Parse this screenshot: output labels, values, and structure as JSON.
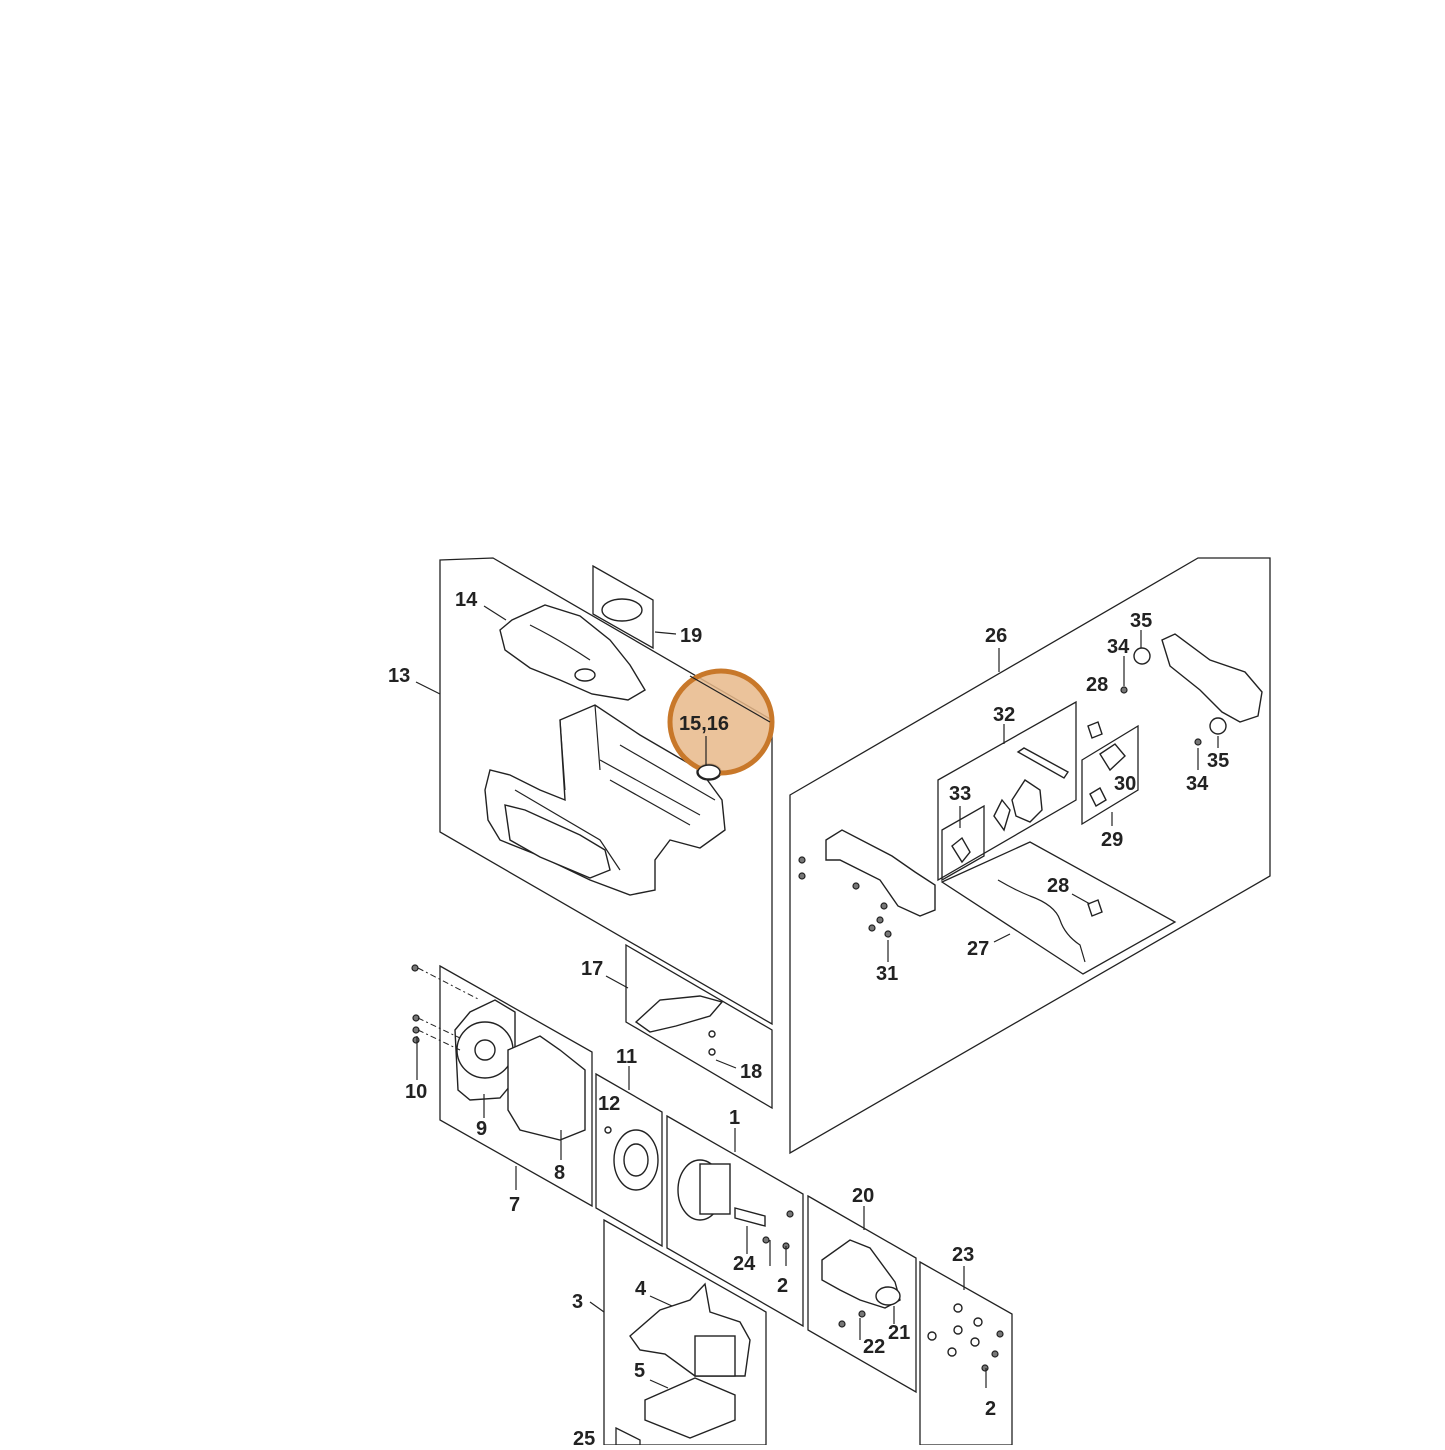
{
  "callouts": {
    "c1": "1",
    "c2a": "2",
    "c2b": "2",
    "c3": "3",
    "c4": "4",
    "c5": "5",
    "c7": "7",
    "c8": "8",
    "c9": "9",
    "c10": "10",
    "c11": "11",
    "c12": "12",
    "c13": "13",
    "c14": "14",
    "c15_16": "15,16",
    "c17": "17",
    "c18": "18",
    "c19": "19",
    "c20": "20",
    "c21": "21",
    "c22": "22",
    "c23": "23",
    "c24": "24",
    "c25": "25",
    "c26": "26",
    "c27": "27",
    "c28a": "28",
    "c28b": "28",
    "c29": "29",
    "c30": "30",
    "c31": "31",
    "c32": "32",
    "c33": "33",
    "c34a": "34",
    "c34b": "34",
    "c35a": "35",
    "c35b": "35"
  },
  "highlight": {
    "target": "15,16",
    "color": "#c8782a",
    "fill": "#e8b88a"
  }
}
